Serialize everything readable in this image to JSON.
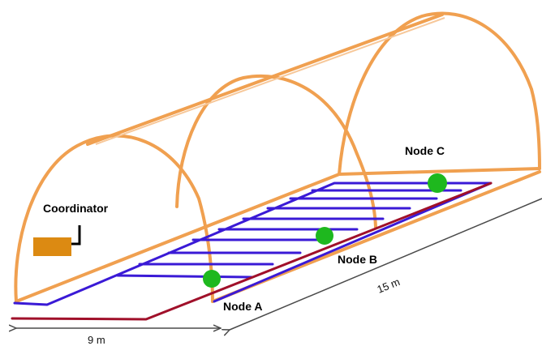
{
  "labels": {
    "coordinator": "Coordinator",
    "node_a": "Node A",
    "node_b": "Node B",
    "node_c": "Node C",
    "width_dimension": "9 m",
    "length_dimension": "15 m"
  },
  "colors": {
    "frame": "#f0a050",
    "floor": "#f6b979",
    "pipe": "#3a1ad6",
    "main_line": "#a0102a",
    "node": "#1eb81e",
    "coordinator_box": "#dc8a12"
  }
}
